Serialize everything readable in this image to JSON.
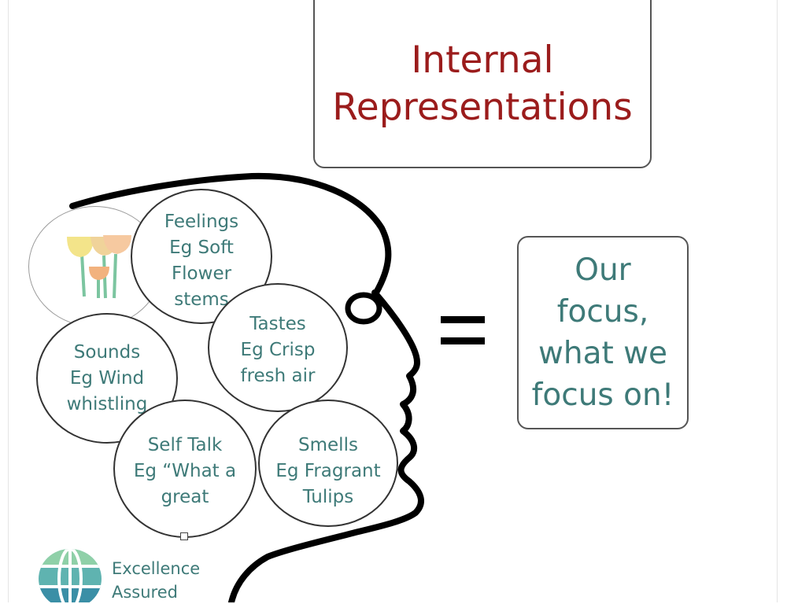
{
  "title": {
    "line1": "Internal",
    "line2": "Representations"
  },
  "result": {
    "line1": "Our",
    "line2": "focus,",
    "line3": "what we",
    "line4": "focus on!"
  },
  "equals_sign": "=",
  "bubbles": {
    "feelings": {
      "line1": "Feelings",
      "line2": "Eg Soft",
      "line3": "Flower",
      "line4": "stems"
    },
    "tastes": {
      "line1": "Tastes",
      "line2": "Eg Crisp",
      "line3": "fresh air"
    },
    "sounds": {
      "line1": "Sounds",
      "line2": "Eg Wind",
      "line3": "whistling"
    },
    "self_talk": {
      "line1": "Self Talk",
      "line2": "Eg “What a",
      "line3": "great"
    },
    "smells": {
      "line1": "Smells",
      "line2": "Eg Fragrant",
      "line3": "Tulips"
    }
  },
  "logo": {
    "line1": "Excellence",
    "line2": "Assured"
  },
  "colors": {
    "title": "#9b1c1c",
    "text": "#3e7a78",
    "outline": "#333333"
  }
}
